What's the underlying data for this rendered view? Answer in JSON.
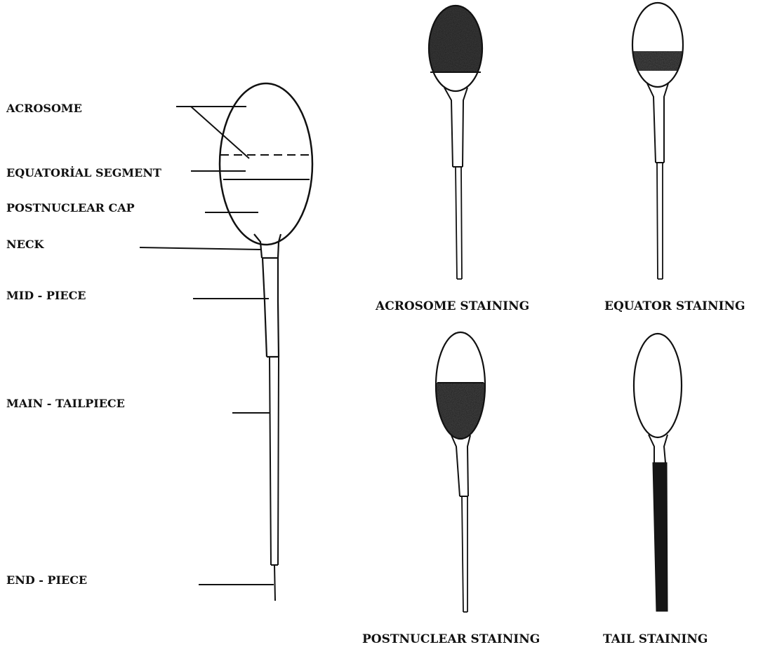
{
  "diagram": {
    "part_labels": {
      "acrosome": "ACROSOME",
      "equatorial_segment": "EQUATORİAL SEGMENT",
      "postnuclear_cap": "POSTNUCLEAR CAP",
      "neck": "NECK",
      "mid_piece": "MID - PIECE",
      "main_tailpiece": "MAIN - TAILPIECE",
      "end_piece": "END - PIECE"
    },
    "staining_panels": [
      {
        "label": "ACROSOME STAINING",
        "stained_region": "acrosome"
      },
      {
        "label": "EQUATOR STAINING",
        "stained_region": "equatorial segment"
      },
      {
        "label": "POSTNUCLEAR STAINING",
        "stained_region": "postnuclear cap"
      },
      {
        "label": "TAIL STAINING",
        "stained_region": "tail"
      }
    ],
    "colors": {
      "ink": "#111111",
      "stain": "#1e1e1e",
      "background": "#ffffff"
    }
  }
}
